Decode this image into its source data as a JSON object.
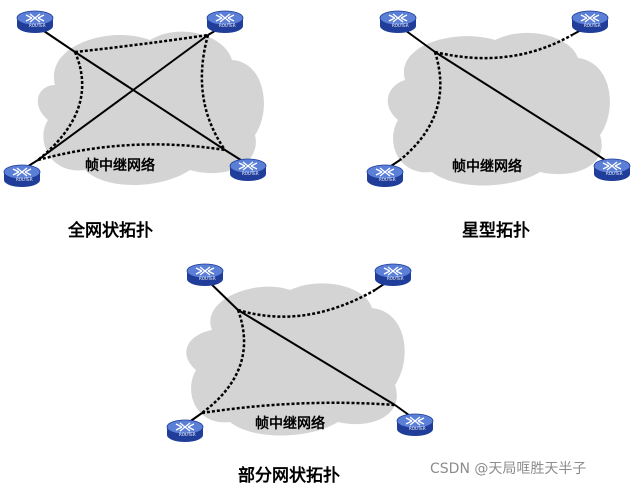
{
  "diagrams": {
    "full_mesh": {
      "cloud_label": "帧中继网络",
      "caption": "全网状拓扑",
      "router_labels": [
        "ROUTER",
        "ROUTER",
        "ROUTER",
        "ROUTER"
      ]
    },
    "star": {
      "cloud_label": "帧中继网络",
      "caption": "星型拓扑",
      "router_labels": [
        "ROUTER",
        "ROUTER",
        "ROUTER",
        "ROUTER"
      ]
    },
    "partial_mesh": {
      "cloud_label": "帧中继网络",
      "caption": "部分网状拓扑",
      "router_labels": [
        "ROUTER",
        "ROUTER",
        "ROUTER",
        "ROUTER"
      ]
    }
  },
  "watermark": "CSDN @天局哐胜天半子",
  "colors": {
    "cloud": "#d4d4d4",
    "router_body": "#1f3d99",
    "router_top": "#5b7fd6",
    "line": "#000000"
  }
}
